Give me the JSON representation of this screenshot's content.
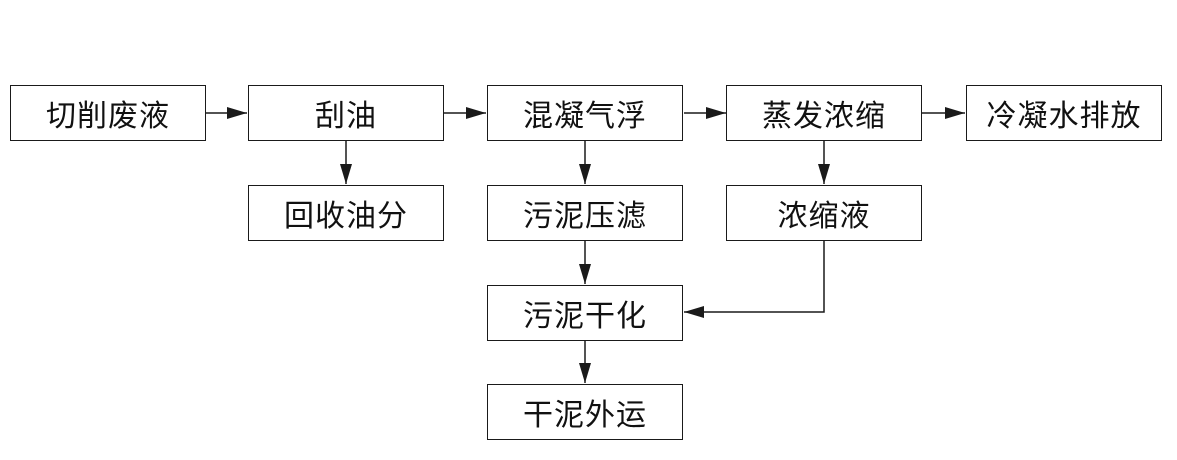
{
  "nodes": {
    "cutting_waste_liquid": "切削废液",
    "oil_scraping": "刮油",
    "condensation_flotation": "混凝气浮",
    "evaporation_concentration": "蒸发浓缩",
    "condensate_discharge": "冷凝水排放",
    "oil_recovery": "回收油分",
    "sludge_press_filtration": "污泥压滤",
    "concentrate": "浓缩液",
    "sludge_drying": "污泥干化",
    "dry_sludge_transport": "干泥外运"
  },
  "colors": {
    "line": "#1a1a1a",
    "text": "#111111",
    "background": "#ffffff"
  }
}
